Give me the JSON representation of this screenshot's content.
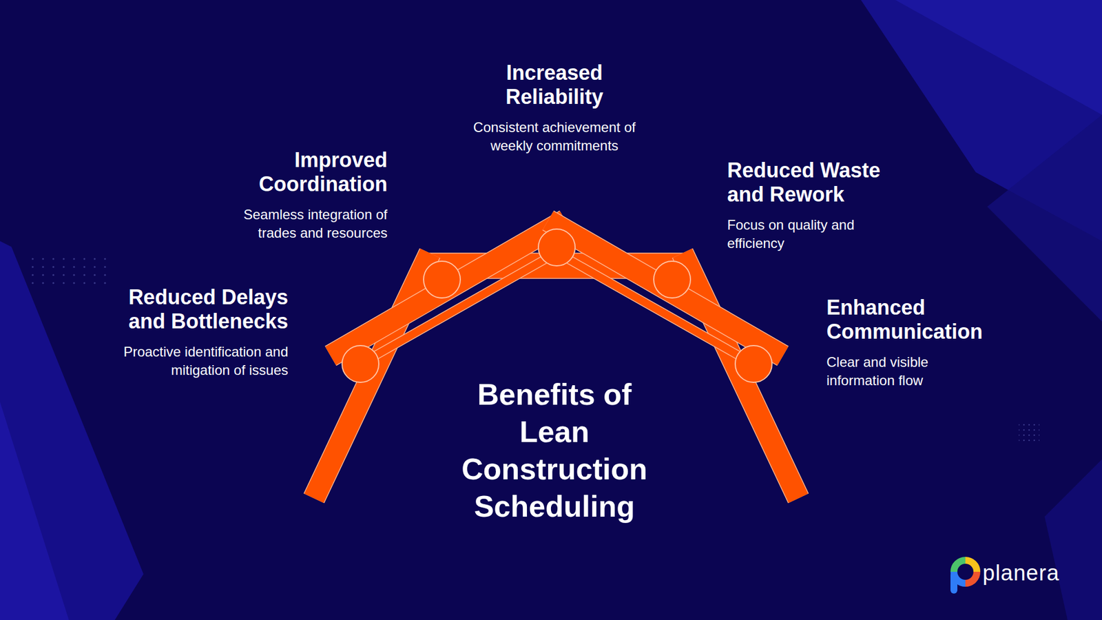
{
  "diagram": {
    "title": "Benefits of Lean Construction Scheduling",
    "labels": [
      "Increased Reliability",
      "Consistent achievement of weekly commitments",
      "Improved Coordination",
      "Seamless integration of trades and resources",
      "Reduced Waste and Rework",
      "Focus on quality and efficiency",
      "Reduced Delays and Bottlenecks",
      "Proactive identification and mitigation of issues",
      "Enhanced Communication",
      "Clear and visible information flow",
      "planera"
    ]
  }
}
